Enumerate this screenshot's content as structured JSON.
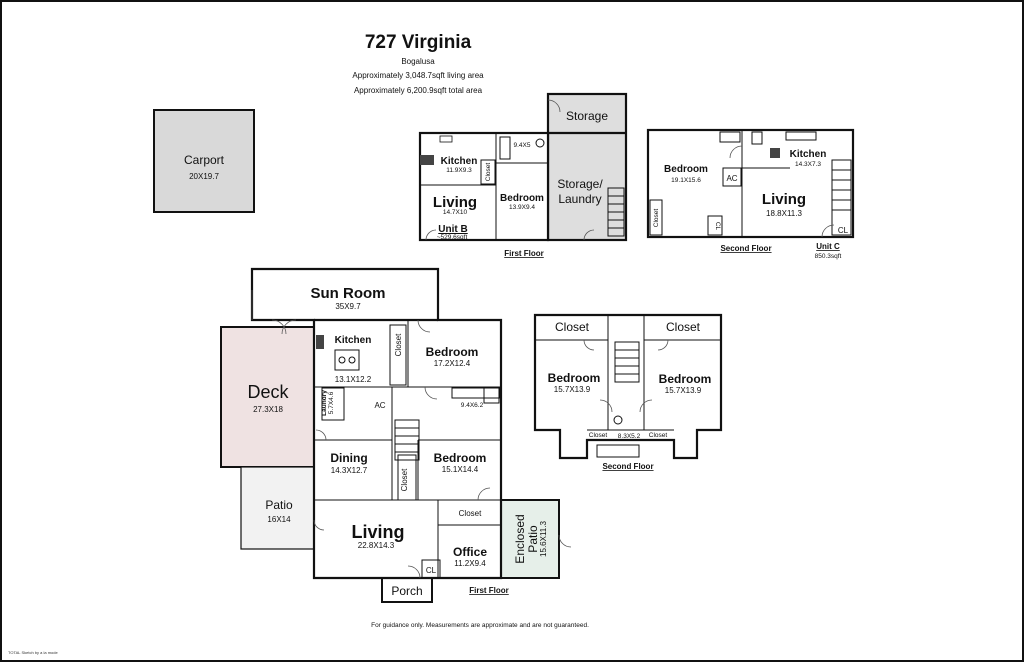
{
  "header": {
    "title": "727 Virginia",
    "city": "Bogalusa",
    "living_area": "Approximately 3,048.7sqft living area",
    "total_area": "Approximately 6,200.9sqft total area"
  },
  "footer": {
    "disclaimer": "For guidance only. Measurements are approximate and are not guaranteed.",
    "credit": "TOTAL Sketch by a la mode"
  },
  "colors": {
    "carport_fill": "#d9d9d9",
    "storage_fill": "#dedede",
    "deck_fill": "#efe2e2",
    "patio_fill": "#f2f2f2",
    "enclosed_patio_fill": "#e6efe9",
    "wall": "#111111"
  },
  "carport": {
    "name": "Carport",
    "dims": "20X19.7"
  },
  "unit_b": {
    "kitchen": "Kitchen",
    "kitchen_dims": "11.9X9.3",
    "bath_dims": "9.4X5",
    "closet": "Closet",
    "living": "Living",
    "living_dims": "14.7X10",
    "bedroom": "Bedroom",
    "bedroom_dims": "13.9X9.4",
    "unit_label": "Unit B",
    "sqft": "~529.6sqft",
    "storage": "Storage",
    "storage_laundry_1": "Storage/",
    "storage_laundry_2": "Laundry",
    "floor": "First Floor"
  },
  "unit_c": {
    "bedroom": "Bedroom",
    "bedroom_dims": "19.1X15.6",
    "kitchen": "Kitchen",
    "kitchen_dims": "14.3X7.3",
    "ac": "AC",
    "living": "Living",
    "living_dims": "18.8X11.3",
    "closet": "Closet",
    "cl_1": "CL",
    "cl_2": "CL",
    "floor": "Second Floor",
    "unit_label": "Unit C",
    "sqft": "850.3sqft"
  },
  "main": {
    "sun_room": "Sun Room",
    "sun_room_dims": "35X9.7",
    "kitchen": "Kitchen",
    "kitchen_dims": "13.1X12.2",
    "closet_v": "Closet",
    "bedroom1": "Bedroom",
    "bedroom1_dims": "17.2X12.4",
    "laundry": "Laundry",
    "laundry_dims": "5.7X4.6",
    "ac": "AC",
    "bath_dims": "9.4X6.2",
    "deck": "Deck",
    "deck_dims": "27.3X18",
    "dining": "Dining",
    "dining_dims": "14.3X12.7",
    "closet2": "Closet",
    "bedroom2": "Bedroom",
    "bedroom2_dims": "15.1X14.4",
    "patio": "Patio",
    "patio_dims": "16X14",
    "closet3": "Closet",
    "living": "Living",
    "living_dims": "22.8X14.3",
    "enclosed_1": "Enclosed",
    "enclosed_2": "Patio",
    "enclosed_dims": "15.6X11.3",
    "office": "Office",
    "office_dims": "11.2X9.4",
    "cl": "CL",
    "porch": "Porch",
    "floor": "First Floor"
  },
  "second_floor": {
    "closet_l": "Closet",
    "closet_r": "Closet",
    "bedroom_l": "Bedroom",
    "bedroom_l_dims": "15.7X13.9",
    "bedroom_r": "Bedroom",
    "bedroom_r_dims": "15.7X13.9",
    "closet_bl": "Closet",
    "bath_dims": "8.3X5.2",
    "closet_br": "Closet",
    "floor": "Second Floor"
  }
}
